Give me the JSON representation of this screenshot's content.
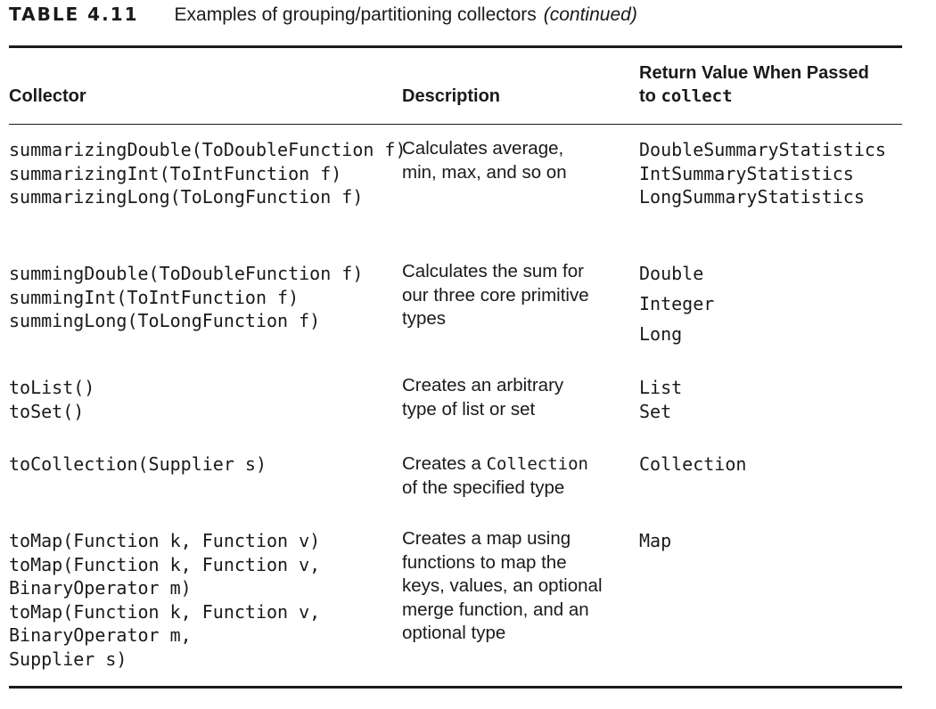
{
  "caption": {
    "label": "TABLE 4.11",
    "title": "Examples of grouping/partitioning collectors",
    "continued": "(continued)"
  },
  "headers": {
    "collector": "Collector",
    "description": "Description",
    "return_line1": "Return Value When Passed",
    "return_line2_prefix": "to",
    "return_line2_code": "collect"
  },
  "rows": [
    {
      "collector": [
        "summarizingDouble(ToDoubleFunction f)",
        "summarizingInt(ToIntFunction f)",
        "summarizingLong(ToLongFunction f)"
      ],
      "description": [
        "Calculates average,",
        "min, max, and so on"
      ],
      "return": [
        "DoubleSummaryStatistics",
        "IntSummaryStatistics",
        "LongSummaryStatistics"
      ]
    },
    {
      "collector": [
        "summingDouble(ToDoubleFunction f)",
        "summingInt(ToIntFunction f)",
        "summingLong(ToLongFunction f)"
      ],
      "description": [
        "Calculates the sum for",
        "our three core primitive",
        "types"
      ],
      "return": [
        "Double",
        "Integer",
        "Long"
      ]
    },
    {
      "collector": [
        "toList()",
        "toSet()"
      ],
      "description": [
        "Creates an arbitrary",
        "type of list or set"
      ],
      "return": [
        "List",
        "Set"
      ]
    },
    {
      "collector": [
        "toCollection(Supplier s)"
      ],
      "description_line1_prefix": "Creates a",
      "description_line1_code": "Collection",
      "description": [
        "of the specified type"
      ],
      "return": [
        "Collection"
      ]
    },
    {
      "collector": [
        "toMap(Function k, Function v)",
        "toMap(Function k, Function v,",
        "BinaryOperator m)",
        "toMap(Function k, Function v,",
        "BinaryOperator m,",
        "Supplier s)"
      ],
      "description": [
        "Creates a map using",
        "functions to map the",
        "keys, values, an optional",
        "merge function, and an",
        "optional type"
      ],
      "return": [
        "Map"
      ]
    }
  ]
}
